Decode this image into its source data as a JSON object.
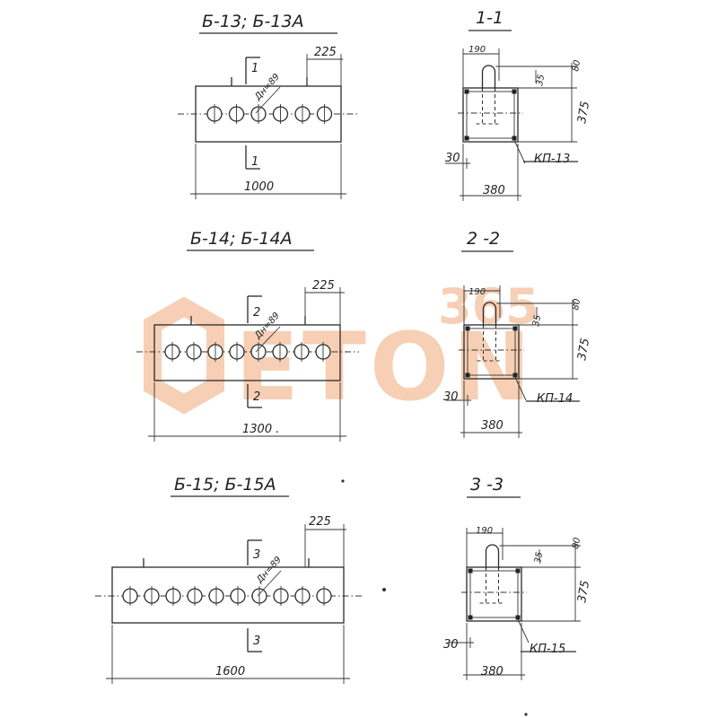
{
  "watermark": {
    "number": "365",
    "word": "ETON",
    "brand_color": "#f0a878"
  },
  "elevations": [
    {
      "title": "Б-13; Б-13А",
      "holes": 6,
      "length": "1000",
      "dim_right": "225",
      "hole_dia": "Дн=89",
      "sec": "1"
    },
    {
      "title": "Б-14; Б-14А",
      "holes": 8,
      "length": "1300 .",
      "dim_right": "225",
      "hole_dia": "Дн=89",
      "sec": "2"
    },
    {
      "title": "Б-15; Б-15А",
      "holes": 10,
      "length": "1600",
      "dim_right": "225",
      "hole_dia": "Дн=89",
      "sec": "3"
    }
  ],
  "sections": [
    {
      "title": "1-1",
      "top": "190",
      "h80": "80",
      "h35": "35",
      "h375": "375",
      "side": "30",
      "width": "380",
      "mark": "КП-13"
    },
    {
      "title": "2 -2",
      "top": "190",
      "h80": "80",
      "h35": "35",
      "h375": "375",
      "side": "30",
      "width": "380",
      "mark": "КП-14"
    },
    {
      "title": "3 -3",
      "top": "190",
      "h80": "80",
      "h35": "35",
      "h375": "375",
      "side": "30",
      "width": "380",
      "mark": "КП-15"
    }
  ]
}
